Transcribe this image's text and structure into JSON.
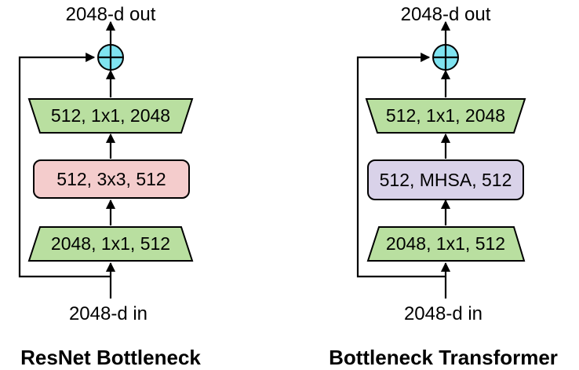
{
  "left": {
    "caption": "ResNet Bottleneck",
    "output": "2048-d out",
    "input": "2048-d in",
    "layers": {
      "top": "512, 1x1, 2048",
      "middle": "512, 3x3, 512",
      "bottom": "2048, 1x1, 512"
    }
  },
  "right": {
    "caption": "Bottleneck Transformer",
    "output": "2048-d out",
    "input": "2048-d in",
    "layers": {
      "top": "512, 1x1, 2048",
      "middle": "512, MHSA, 512",
      "bottom": "2048, 1x1, 512"
    }
  },
  "colors": {
    "conv1x1": "#b9dfa0",
    "conv3x3": "#f4cccc",
    "mhsa": "#d9d2e9",
    "add": "#7fe3f0"
  }
}
